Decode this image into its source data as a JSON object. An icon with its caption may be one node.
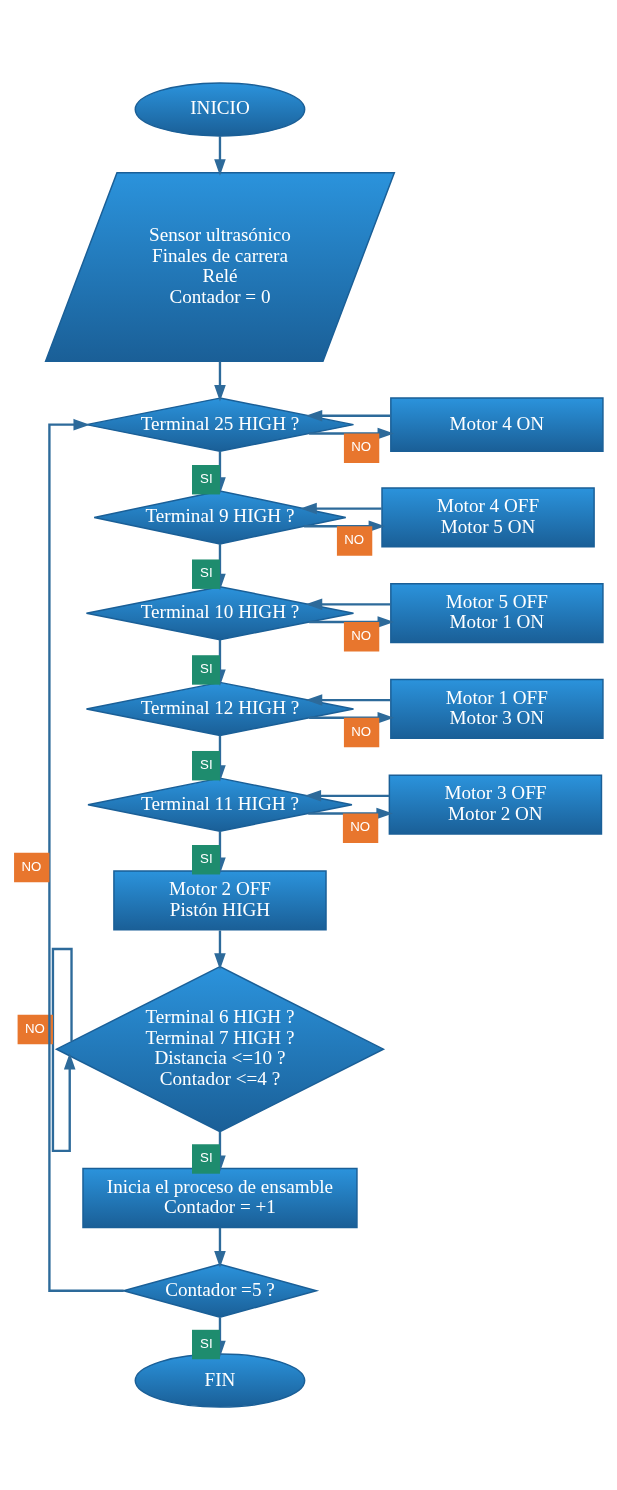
{
  "diagram": {
    "nodes": [
      {
        "text": [
          "INICIO"
        ]
      },
      {
        "text": [
          "Sensor ultrasónico",
          "Finales de carrera",
          "Relé",
          "Contador = 0"
        ]
      },
      {
        "text": [
          "Terminal 25 HIGH ?"
        ]
      },
      {
        "text": [
          "Motor 4 ON"
        ]
      },
      {
        "text": [
          "Terminal 9 HIGH ?"
        ]
      },
      {
        "text": [
          "Motor 4 OFF",
          "Motor 5 ON"
        ]
      },
      {
        "text": [
          "Terminal 10 HIGH ?"
        ]
      },
      {
        "text": [
          "Motor 5 OFF",
          "Motor 1 ON"
        ]
      },
      {
        "text": [
          "Terminal 12 HIGH ?"
        ]
      },
      {
        "text": [
          "Motor 1 OFF",
          "Motor 3 ON"
        ]
      },
      {
        "text": [
          "Terminal 11 HIGH ?"
        ]
      },
      {
        "text": [
          "Motor 3 OFF",
          "Motor 2 ON"
        ]
      },
      {
        "text": [
          "Motor 2 OFF",
          "Pistón HIGH"
        ]
      },
      {
        "text": [
          "Terminal 6 HIGH ?",
          "Terminal 7 HIGH ?",
          "Distancia <=10 ?",
          "Contador <=4 ?"
        ]
      },
      {
        "text": [
          "Inicia el proceso de ensamble",
          "Contador = +1"
        ]
      },
      {
        "text": [
          "Contador =5 ?"
        ]
      },
      {
        "text": [
          "FIN"
        ]
      }
    ],
    "edges": [
      {
        "from": 0,
        "to": 1,
        "arrow": "to"
      },
      {
        "from": 1,
        "to": 2,
        "arrow": "to"
      },
      {
        "from": 2,
        "to": 3,
        "arrow": "to",
        "label": "NO"
      },
      {
        "from": 3,
        "to": 2,
        "arrow": "to"
      },
      {
        "from": 2,
        "to": 4,
        "arrow": "to",
        "label": "SI"
      },
      {
        "from": 4,
        "to": 5,
        "arrow": "to",
        "label": "NO"
      },
      {
        "from": 5,
        "to": 4,
        "arrow": "to"
      },
      {
        "from": 4,
        "to": 6,
        "arrow": "to",
        "label": "SI"
      },
      {
        "from": 6,
        "to": 7,
        "arrow": "to",
        "label": "NO"
      },
      {
        "from": 7,
        "to": 6,
        "arrow": "to"
      },
      {
        "from": 6,
        "to": 8,
        "arrow": "to",
        "label": "SI"
      },
      {
        "from": 8,
        "to": 9,
        "arrow": "to",
        "label": "NO"
      },
      {
        "from": 9,
        "to": 8,
        "arrow": "to"
      },
      {
        "from": 8,
        "to": 10,
        "arrow": "to",
        "label": "SI"
      },
      {
        "from": 10,
        "to": 11,
        "arrow": "to",
        "label": "NO"
      },
      {
        "from": 11,
        "to": 10,
        "arrow": "to"
      },
      {
        "from": 10,
        "to": 12,
        "arrow": "to",
        "label": "SI"
      },
      {
        "from": 12,
        "to": 13,
        "arrow": "to"
      },
      {
        "from": 13,
        "to": 13,
        "arrow": "to",
        "label": "NO"
      },
      {
        "from": 13,
        "to": 14,
        "arrow": "to",
        "label": "SI"
      },
      {
        "from": 14,
        "to": 15,
        "arrow": "to"
      },
      {
        "from": 15,
        "to": 16,
        "arrow": "to",
        "label": "SI"
      },
      {
        "from": 15,
        "to": 2,
        "arrow": "to",
        "label": "NO"
      }
    ]
  }
}
